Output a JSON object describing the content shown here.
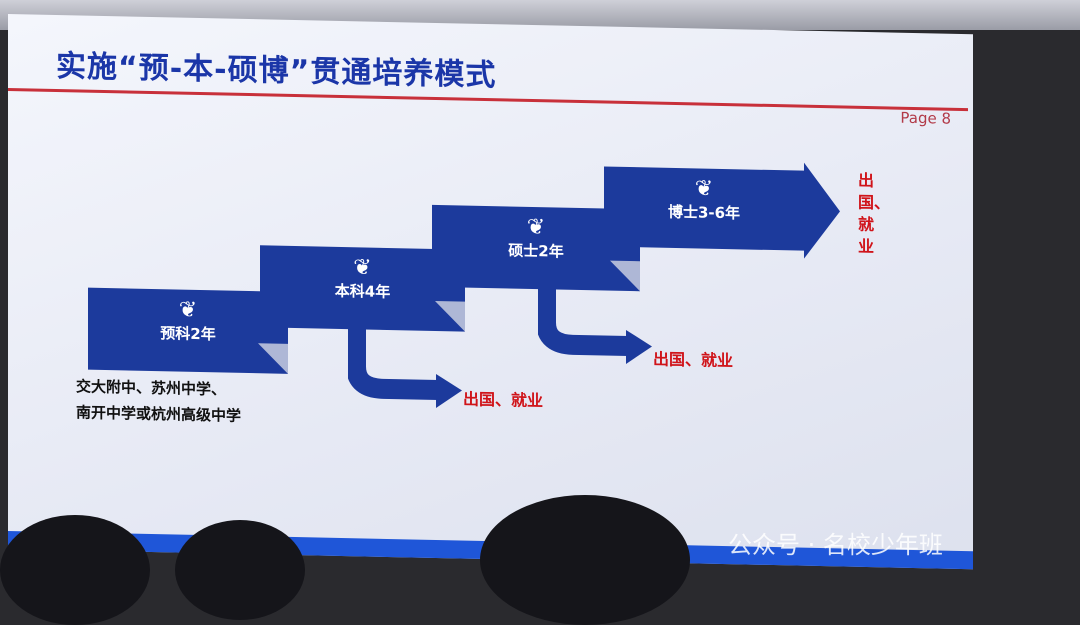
{
  "slide": {
    "title": "实施“预-本-硕博”贯通培养模式",
    "page": "Page 8",
    "stages": [
      {
        "label": "预科2年",
        "icon": "sprout-icon"
      },
      {
        "label": "本科4年",
        "icon": "sprout-icon"
      },
      {
        "label": "硕士2年",
        "icon": "sprout-icon"
      },
      {
        "label": "博士3-6年",
        "icon": "sprout-icon"
      }
    ],
    "exits": [
      "出国、就业",
      "出国、就业",
      "出国、就业"
    ],
    "source_schools": [
      "交大附中、苏州中学、",
      "南开中学或杭州高级中学"
    ]
  },
  "watermark": "公众号 · 名校少年班"
}
